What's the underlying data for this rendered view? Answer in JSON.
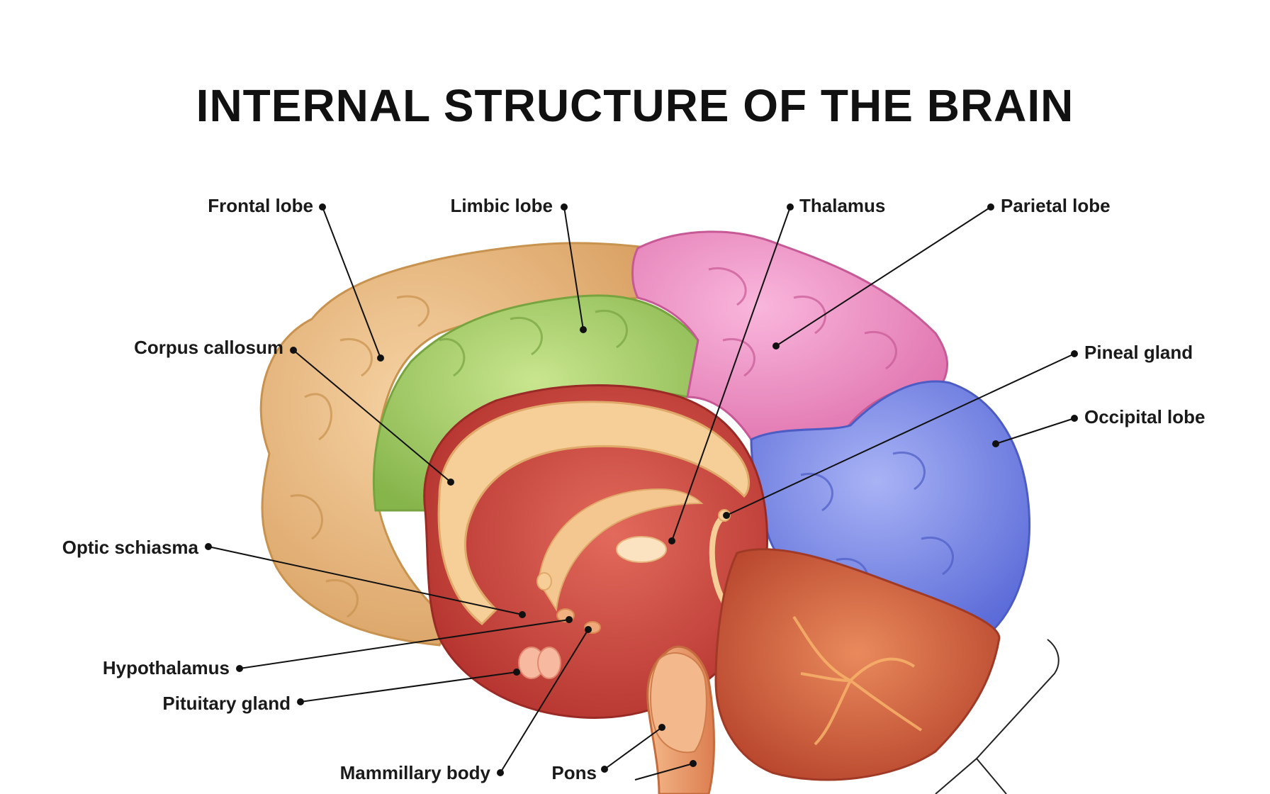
{
  "title": "INTERNAL STRUCTURE OF THE BRAIN",
  "labels": {
    "frontal_lobe": "Frontal lobe",
    "limbic_lobe": "Limbic lobe",
    "thalamus": "Thalamus",
    "parietal_lobe": "Parietal lobe",
    "corpus_callosum": "Corpus callosum",
    "pineal_gland": "Pineal gland",
    "occipital_lobe": "Occipital lobe",
    "optic_schiasma": "Optic schiasma",
    "hypothalamus": "Hypothalamus",
    "pituitary_gland": "Pituitary gland",
    "mammillary_body": "Mammillary body",
    "pons": "Pons"
  },
  "colors": {
    "frontal": "#e8b77c",
    "limbic": "#a9cf6a",
    "parietal": "#ef8cc0",
    "occipital": "#7b8ae6",
    "inner": "#c9403a",
    "cerebellum": "#cf5a3a",
    "callosum": "#f6cf98",
    "stem": "#f0a070"
  }
}
